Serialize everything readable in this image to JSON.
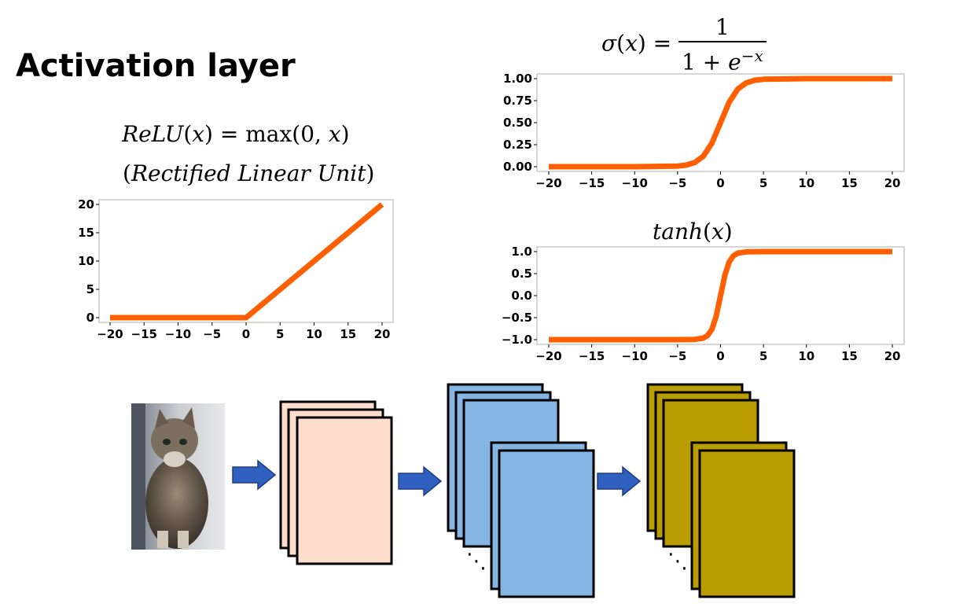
{
  "slide": {
    "title": "Activation layer"
  },
  "formulas": {
    "relu_lhs": "ReLU",
    "relu_arg": "(",
    "relu_var": "x",
    "relu_close": ")",
    "relu_eq": " = max(0, ",
    "relu_var2": "x",
    "relu_end": ")",
    "relu_paren_open": "(",
    "relu_name": "Rectified Linear Unit",
    "relu_paren_close": ")",
    "sigmoid_lhs_sym": "σ",
    "sigmoid_lhs_rest": "(",
    "sigmoid_var": "x",
    "sigmoid_close": ") =",
    "sigmoid_num": "1",
    "sigmoid_den": "1 + ",
    "sigmoid_den_e": "e",
    "sigmoid_den_exp": "−x",
    "tanh_label": "tanh",
    "tanh_open": "(",
    "tanh_var": "x",
    "tanh_close": ")"
  },
  "chart_data": [
    {
      "type": "line",
      "function": "ReLU",
      "x": [
        -20,
        -15,
        -10,
        -5,
        0,
        5,
        10,
        15,
        20
      ],
      "y": [
        0,
        0,
        0,
        0,
        0,
        5,
        10,
        15,
        20
      ],
      "xticks": [
        "−20",
        "−15",
        "−10",
        "−5",
        "0",
        "5",
        "10",
        "15",
        "20"
      ],
      "yticks": [
        "0",
        "5",
        "10",
        "15",
        "20"
      ],
      "xlim": [
        -20,
        20
      ],
      "ylim": [
        0,
        20
      ],
      "line_color": "#ff5f00"
    },
    {
      "type": "line",
      "function": "sigmoid",
      "x": [
        -20,
        -15,
        -10,
        -5,
        -4,
        -3,
        -2,
        -1,
        0,
        1,
        2,
        3,
        4,
        5,
        10,
        15,
        20
      ],
      "y": [
        0.0,
        0.0,
        0.0,
        0.007,
        0.018,
        0.047,
        0.119,
        0.269,
        0.5,
        0.731,
        0.881,
        0.953,
        0.982,
        0.993,
        1.0,
        1.0,
        1.0
      ],
      "xticks": [
        "−20",
        "−15",
        "−10",
        "−5",
        "0",
        "5",
        "10",
        "15",
        "20"
      ],
      "yticks": [
        "0.00",
        "0.25",
        "0.50",
        "0.75",
        "1.00"
      ],
      "xlim": [
        -20,
        20
      ],
      "ylim": [
        0,
        1
      ],
      "line_color": "#ff5f00"
    },
    {
      "type": "line",
      "function": "tanh",
      "x": [
        -20,
        -15,
        -10,
        -5,
        -3,
        -2,
        -1.5,
        -1,
        -0.5,
        0,
        0.5,
        1,
        1.5,
        2,
        3,
        5,
        10,
        15,
        20
      ],
      "y": [
        -1.0,
        -1.0,
        -1.0,
        -1.0,
        -0.995,
        -0.964,
        -0.905,
        -0.762,
        -0.462,
        0.0,
        0.462,
        0.762,
        0.905,
        0.964,
        0.995,
        1.0,
        1.0,
        1.0,
        1.0
      ],
      "xticks": [
        "−20",
        "−15",
        "−10",
        "−5",
        "0",
        "5",
        "10",
        "15",
        "20"
      ],
      "yticks": [
        "−1.0",
        "−0.5",
        "0.0",
        "0.5",
        "1.0"
      ],
      "xlim": [
        -20,
        20
      ],
      "ylim": [
        -1,
        1
      ],
      "line_color": "#ff5f00"
    }
  ],
  "pipeline": {
    "input_image": "cat-photo",
    "arrow_color": "#2f5fbf",
    "stage1_color": "#ffddcc",
    "stage2_color": "#85b6e3",
    "stage3_color": "#b89c00",
    "ellipsis": "⋱"
  }
}
